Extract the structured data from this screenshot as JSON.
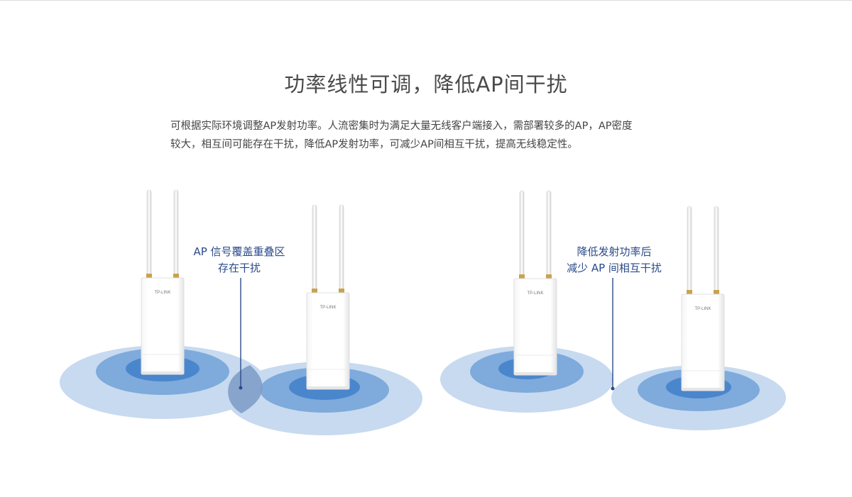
{
  "title": "功率线性可调，降低AP间干扰",
  "description": {
    "line1": "可根据实际环境调整AP发射功率。人流密集时为满足大量无线客户端接入，需部署较多的AP，AP密度",
    "line2": "较大，相互间可能存在干扰，降低AP发射功率，可减少AP间相互干扰，提高无线稳定性。"
  },
  "device_brand": "TP-LINK",
  "callouts": {
    "left": {
      "line1": "AP 信号覆盖重叠区",
      "line2": "存在干扰"
    },
    "right": {
      "line1": "降低发射功率后",
      "line2": "减少 AP 间相互干扰"
    }
  },
  "colors": {
    "title": "#4a4a4a",
    "body_text": "#444444",
    "callout_text": "#2a4a8a",
    "ring_outer": "#c7daef",
    "ring_middle": "#7eaadc",
    "ring_inner": "#4a86cc",
    "overlap": "#7f9dc9",
    "leader_line": "#2a4a8a"
  }
}
